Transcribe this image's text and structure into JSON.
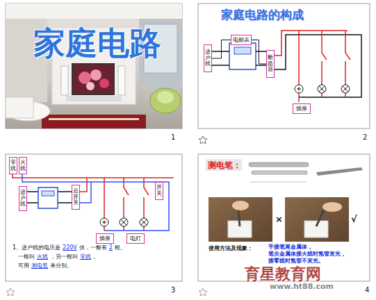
{
  "diagram": {
    "nodes": [
      {
        "text": [
          "进户线"
        ]
      },
      {
        "text": [
          "电能表"
        ]
      },
      {
        "text": [
          "断路器"
        ]
      },
      {
        "text": [
          "插座"
        ]
      },
      {
        "text": [
          "零线"
        ]
      },
      {
        "text": [
          "火线"
        ]
      },
      {
        "text": [
          "进户线"
        ]
      },
      {
        "text": [
          "总开关"
        ]
      },
      {
        "text": [
          "开关"
        ]
      },
      {
        "text": [
          "插座"
        ]
      },
      {
        "text": [
          "电灯"
        ]
      }
    ],
    "edges": [
      {
        "from": 0,
        "to": 1,
        "arrow": "none"
      },
      {
        "from": 1,
        "to": 2,
        "arrow": "none"
      }
    ],
    "labels": [
      "家庭电路",
      "1",
      "家庭电路的构成",
      "2",
      "1、进户线的电压是",
      "220V",
      "伏，一般有",
      "2",
      "根。",
      "一根叫",
      "火线",
      "，另一根叫",
      "零线",
      "。",
      "可用",
      "测电笔",
      "来分别。",
      "3",
      "测电笔：",
      "×",
      "√",
      "使用方法及现象：",
      "手接笔尾金属体，",
      "笔尖金属体接火线时氖管发光，",
      "接零线时氖管不发光。",
      "育星教育网",
      "www.ht88.com",
      "4"
    ]
  }
}
